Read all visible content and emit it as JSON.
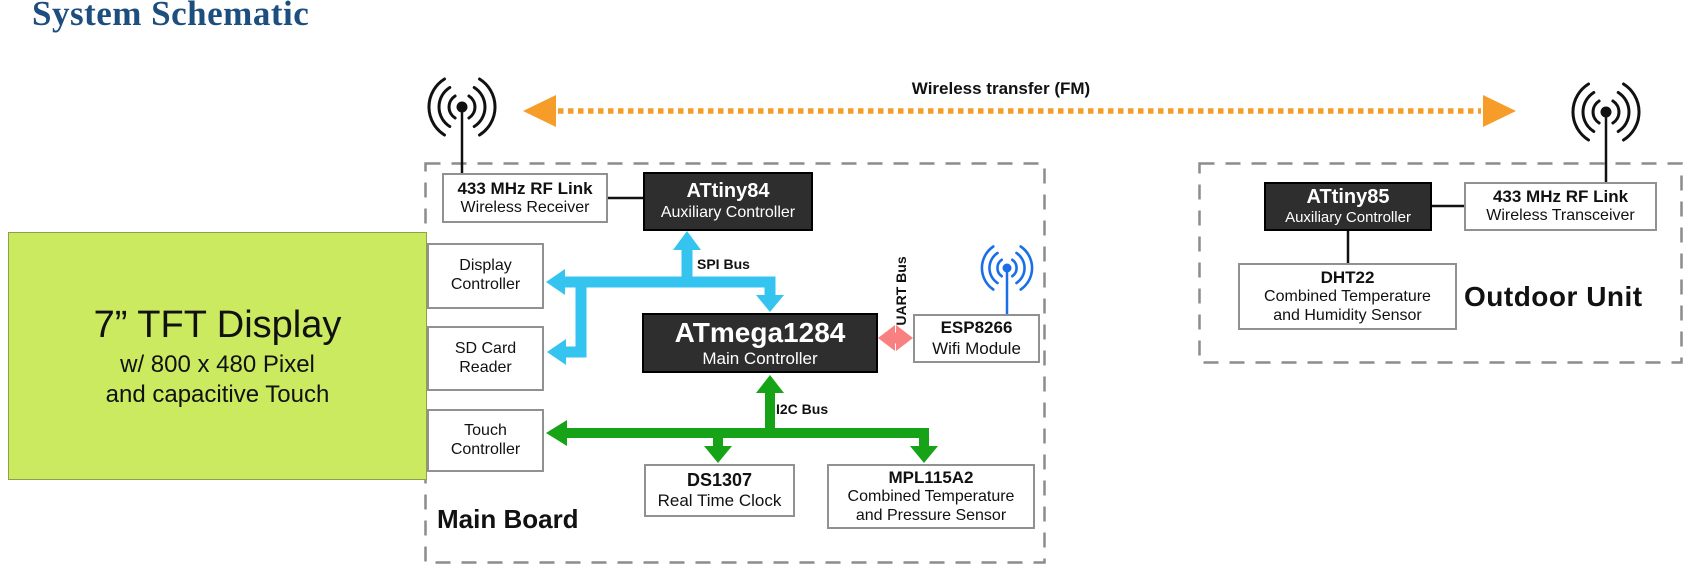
{
  "title": "System Schematic",
  "colors": {
    "title_text": "#1d4e7e",
    "spi_bus": "#35c4f0",
    "i2c_bus": "#17a317",
    "uart_bus": "#f88080",
    "wireless_link": "#f59d28",
    "display_fill": "#cbea60",
    "chip_fill": "#2e2e2e",
    "box_border": "#919191",
    "dash_border": "#8c8c8c",
    "wifi_icon": "#1a6fe8"
  },
  "wireless_link": {
    "label": "Wireless transfer (FM)"
  },
  "display": {
    "line1": "7” TFT Display",
    "line2": "w/ 800 x 480 Pixel",
    "line3": "and capacitive Touch"
  },
  "main_board": {
    "label": "Main Board",
    "buses": {
      "spi": "SPI Bus",
      "uart": "UART Bus",
      "i2c": "I2C Bus"
    },
    "components": {
      "rf_receiver": {
        "line1": "433 MHz RF Link",
        "line2": "Wireless Receiver"
      },
      "attiny84": {
        "line1": "ATtiny84",
        "line2": "Auxiliary Controller"
      },
      "display_controller": {
        "line1": "Display",
        "line2": "Controller"
      },
      "sd_card_reader": {
        "line1": "SD Card",
        "line2": "Reader"
      },
      "touch_controller": {
        "line1": "Touch",
        "line2": "Controller"
      },
      "atmega1284": {
        "line1": "ATmega1284",
        "line2": "Main Controller"
      },
      "esp8266": {
        "line1": "ESP8266",
        "line2": "Wifi Module"
      },
      "ds1307": {
        "line1": "DS1307",
        "line2": "Real Time Clock"
      },
      "mpl115a2": {
        "line1": "MPL115A2",
        "line2": "Combined Temperature",
        "line3": "and Pressure Sensor"
      }
    }
  },
  "outdoor_unit": {
    "label": "Outdoor Unit",
    "components": {
      "attiny85": {
        "line1": "ATtiny85",
        "line2": "Auxiliary Controller"
      },
      "rf_transceiver": {
        "line1": "433 MHz RF Link",
        "line2": "Wireless Transceiver"
      },
      "dht22": {
        "line1": "DHT22",
        "line2": "Combined Temperature",
        "line3": "and Humidity Sensor"
      }
    }
  }
}
